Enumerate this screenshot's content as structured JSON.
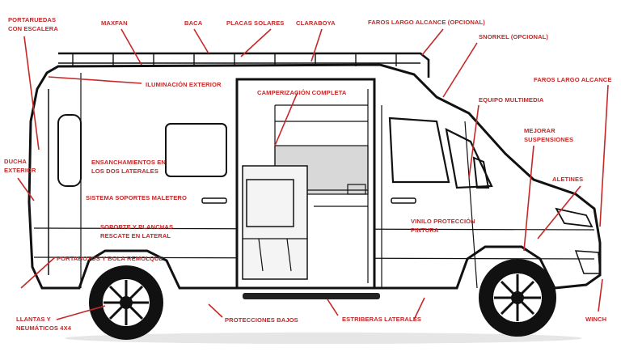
{
  "accent_color": "#c62828",
  "outline_color": "#111111",
  "labels": {
    "portaruedas": [
      "PORTARUEDAS",
      "CON ESCALERA"
    ],
    "maxfan": "MAXFAN",
    "baca": "BACA",
    "placas_solares": "PLACAS SOLARES",
    "claraboya": "CLARABOYA",
    "faros_opcional": "FAROS LARGO ALCANCE (OPCIONAL)",
    "snorkel": "SNORKEL (OPCIONAL)",
    "faros_largo_alcance": "FAROS LARGO ALCANCE",
    "iluminacion": "ILUMINACIÓN EXTERIOR",
    "camperizacion": "CAMPERIZACIÓN COMPLETA",
    "equipo_multimedia": "EQUIPO MULTIMEDIA",
    "mejorar_suspensiones": [
      "MEJORAR",
      "SUSPENSIONES"
    ],
    "ducha_exterior": [
      "DUCHA",
      "EXTERIOR"
    ],
    "ensanchamientos": [
      "ENSANCHAMIENTOS EN",
      "LOS DOS LATERALES"
    ],
    "aletines": "ALETINES",
    "soportes_maletero": "SISTEMA SOPORTES MALETERO",
    "vinilo": [
      "VINILO PROTECCIÓN",
      "PINTURA"
    ],
    "soporte_planchas": [
      "SOPORTE Y PLANCHAS",
      "RESCATE EN LATERAL"
    ],
    "portabotos": "PORTABOTOS Y BOLA REMOLQUE",
    "llantas": [
      "LLANTAS Y",
      "NEUMÁTICOS 4X4"
    ],
    "protecciones": "PROTECCIONES BAJOS",
    "estriberas": "ESTRIBERAS LATERALES",
    "winch": "WINCH"
  }
}
